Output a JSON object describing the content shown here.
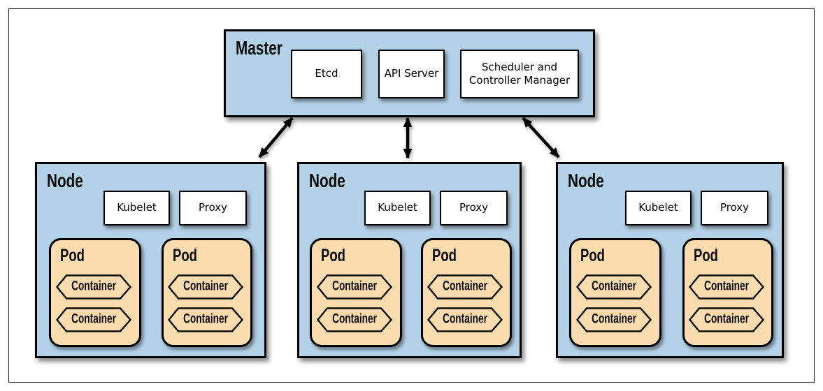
{
  "master": {
    "label": "Master",
    "components": [
      {
        "label": "Etcd"
      },
      {
        "label": "API Server"
      },
      {
        "label": "Scheduler and Controller Manager"
      }
    ]
  },
  "nodes": [
    {
      "label": "Node",
      "kubelet": "Kubelet",
      "proxy": "Proxy",
      "pods": [
        {
          "label": "Pod",
          "containers": [
            "Container",
            "Container"
          ]
        },
        {
          "label": "Pod",
          "containers": [
            "Container",
            "Container"
          ]
        }
      ]
    },
    {
      "label": "Node",
      "kubelet": "Kubelet",
      "proxy": "Proxy",
      "pods": [
        {
          "label": "Pod",
          "containers": [
            "Container",
            "Container"
          ]
        },
        {
          "label": "Pod",
          "containers": [
            "Container",
            "Container"
          ]
        }
      ]
    },
    {
      "label": "Node",
      "kubelet": "Kubelet",
      "proxy": "Proxy",
      "pods": [
        {
          "label": "Pod",
          "containers": [
            "Container",
            "Container"
          ]
        },
        {
          "label": "Pod",
          "containers": [
            "Container",
            "Container"
          ]
        }
      ]
    }
  ],
  "connections": [
    {
      "from": "master",
      "to": "node-1",
      "type": "bidirectional-arrow"
    },
    {
      "from": "master",
      "to": "node-2",
      "type": "bidirectional-arrow"
    },
    {
      "from": "master",
      "to": "node-3",
      "type": "bidirectional-arrow"
    }
  ],
  "colors": {
    "master_node_fill": "#b3d1e7",
    "pod_fill": "#fadcae",
    "component_fill": "#ffffff",
    "line": "#000000",
    "frame": "#1f1f1f"
  }
}
